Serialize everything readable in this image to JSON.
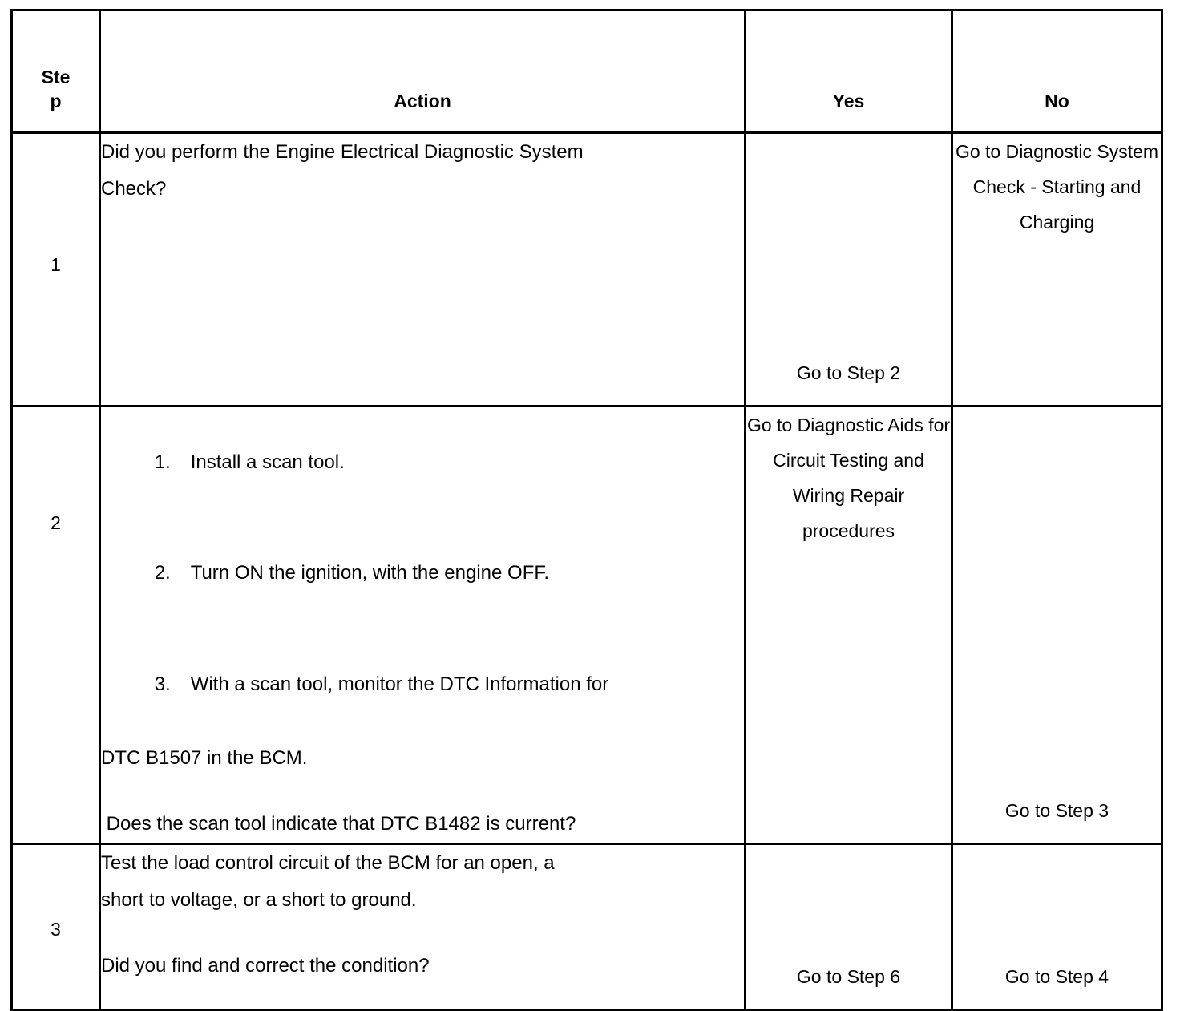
{
  "document": {
    "type": "diagnostic-procedure-table",
    "title": ""
  },
  "table": {
    "headers": {
      "step": "Step",
      "action": "Action",
      "yes": "Yes",
      "no": "No"
    },
    "rows": [
      {
        "step": "1",
        "action": {
          "paragraphs": [
            "Did you perform the Engine Electrical Diagnostic System",
            "Check?"
          ]
        },
        "yes": "Go to Step 2",
        "yes_align": "bottom",
        "no": "Go to Diagnostic System Check - Starting and Charging",
        "no_align": "top"
      },
      {
        "step": "2",
        "action": {
          "list": [
            {
              "marker": "1.",
              "text": "Install a scan tool."
            },
            {
              "marker": "2.",
              "text": "Turn ON the ignition, with the engine OFF."
            },
            {
              "marker": "3.",
              "text": "With a scan tool, monitor the DTC Information for"
            }
          ],
          "continuation": "DTC B1507 in the BCM.",
          "question": " Does the scan tool indicate that DTC B1482 is current?"
        },
        "yes": "Go to Diagnostic Aids for Circuit Testing and Wiring Repair procedures",
        "yes_align": "top",
        "no": "Go to Step 3",
        "no_align": "bottom"
      },
      {
        "step": "3",
        "action": {
          "paragraphs": [
            "Test the load control circuit of the BCM for an open, a",
            "short to voltage, or a short to ground."
          ],
          "question": "Did you find and correct the condition?"
        },
        "yes": "Go to Step 6",
        "yes_align": "bottom",
        "no": "Go to Step 4",
        "no_align": "bottom"
      }
    ]
  },
  "style": {
    "border_color": "#000000",
    "text_color": "#000000",
    "background": "#ffffff"
  }
}
